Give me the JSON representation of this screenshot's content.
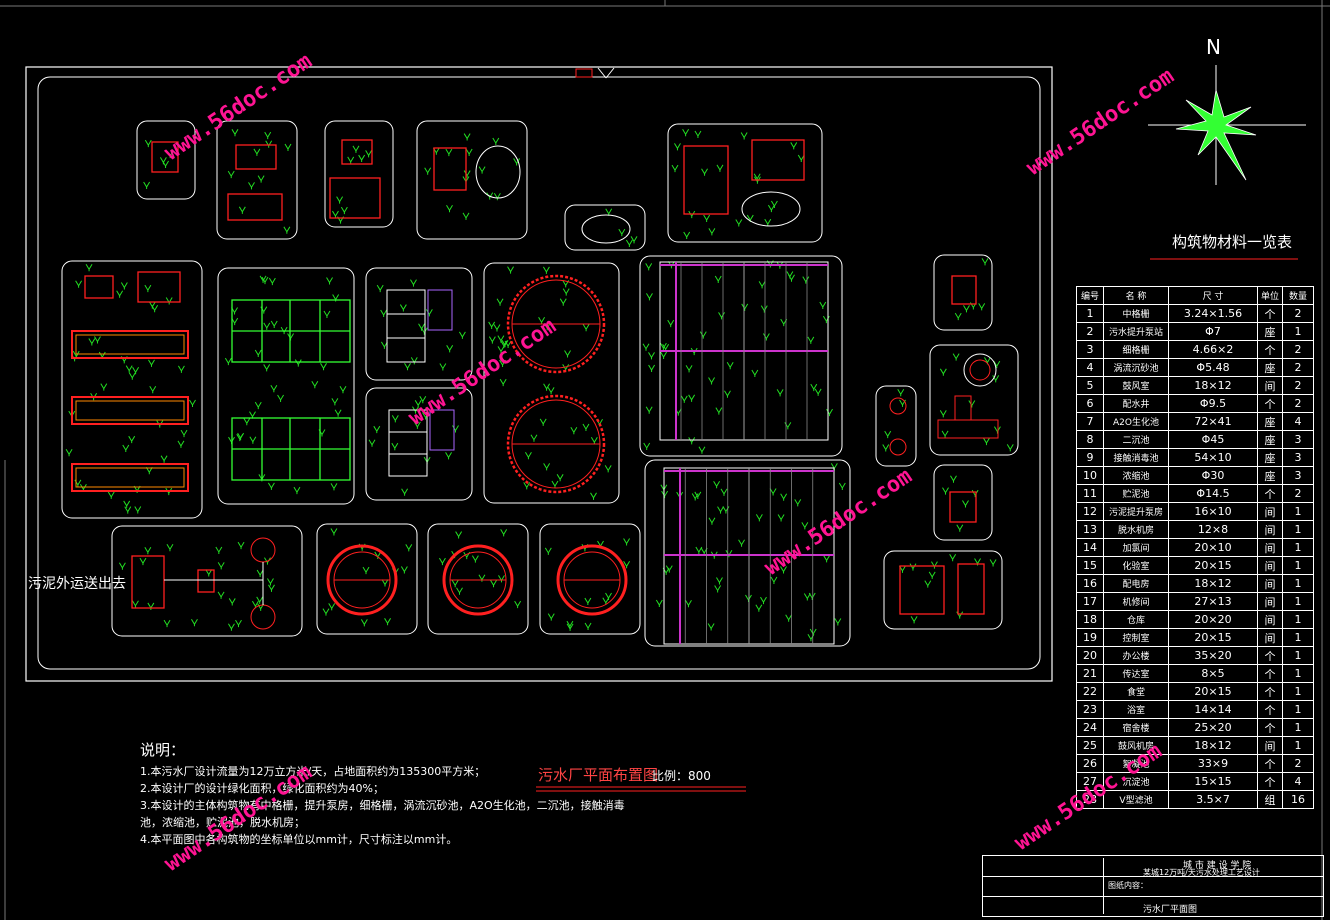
{
  "north_label": "N",
  "watermark": "www.56doc.com",
  "table_title": "构筑物材料一览表",
  "table_headers": [
    "编号",
    "名 称",
    "尺 寸",
    "单位",
    "数量"
  ],
  "table_rows": [
    [
      "1",
      "中格栅",
      "3.24×1.56",
      "个",
      "2"
    ],
    [
      "2",
      "污水提升泵站",
      "Φ7",
      "座",
      "1"
    ],
    [
      "3",
      "细格栅",
      "4.66×2",
      "个",
      "2"
    ],
    [
      "4",
      "涡流沉砂池",
      "Φ5.48",
      "座",
      "2"
    ],
    [
      "5",
      "鼓风室",
      "18×12",
      "间",
      "2"
    ],
    [
      "6",
      "配水井",
      "Φ9.5",
      "个",
      "2"
    ],
    [
      "7",
      "A2O生化池",
      "72×41",
      "座",
      "4"
    ],
    [
      "8",
      "二沉池",
      "Φ45",
      "座",
      "3"
    ],
    [
      "9",
      "接触消毒池",
      "54×10",
      "座",
      "3"
    ],
    [
      "10",
      "浓缩池",
      "Φ30",
      "座",
      "3"
    ],
    [
      "11",
      "贮泥池",
      "Φ14.5",
      "个",
      "2"
    ],
    [
      "12",
      "污泥提升泵房",
      "16×10",
      "间",
      "1"
    ],
    [
      "13",
      "脱水机房",
      "12×8",
      "间",
      "1"
    ],
    [
      "14",
      "加氯间",
      "20×10",
      "间",
      "1"
    ],
    [
      "15",
      "化验室",
      "20×15",
      "间",
      "1"
    ],
    [
      "16",
      "配电房",
      "18×12",
      "间",
      "1"
    ],
    [
      "17",
      "机修间",
      "27×13",
      "间",
      "1"
    ],
    [
      "18",
      "仓库",
      "20×20",
      "间",
      "1"
    ],
    [
      "19",
      "控制室",
      "20×15",
      "间",
      "1"
    ],
    [
      "20",
      "办公楼",
      "35×20",
      "个",
      "1"
    ],
    [
      "21",
      "传达室",
      "8×5",
      "个",
      "1"
    ],
    [
      "22",
      "食堂",
      "20×15",
      "个",
      "1"
    ],
    [
      "23",
      "浴室",
      "14×14",
      "个",
      "1"
    ],
    [
      "24",
      "宿舍楼",
      "25×20",
      "个",
      "1"
    ],
    [
      "25",
      "鼓风机房",
      "18×12",
      "间",
      "1"
    ],
    [
      "26",
      "絮凝池",
      "33×9",
      "个",
      "2"
    ],
    [
      "27",
      "沉淀池",
      "15×15",
      "个",
      "4"
    ],
    [
      "28",
      "V型滤池",
      "3.5×7",
      "组",
      "16"
    ]
  ],
  "plan_title": "污水厂平面布置图",
  "scale": "比例：800",
  "sludge_label": "污泥外运送出去",
  "notes_title": "说明：",
  "notes": [
    "1.本污水厂设计流量为12万立方米/天，占地面积约为135300平方米；",
    "2.本设计厂的设计绿化面积，绿化面积约为40%；",
    "3.本设计的主体构筑物有中格栅，提升泵房，细格栅，涡流沉砂池，A2O生化池，二沉池，接触消毒",
    "池，浓缩池，贮泥池，脱水机房；",
    "4.本平面图中各构筑物的坐标单位以mm计，尺寸标注以mm计。"
  ],
  "title_block": {
    "school": "城 市 建 设 学 院",
    "project": "某城12万吨/天污水处理工艺设计",
    "drawing_label": "图纸内容：",
    "drawing_name": "污水厂平面图"
  },
  "colors": {
    "boundary": "#ffffff",
    "building": "#ff2020",
    "tree": "#22dd22",
    "process": "#cc33cc",
    "green_unit": "#33ff33",
    "watermark": "#ff1493"
  }
}
